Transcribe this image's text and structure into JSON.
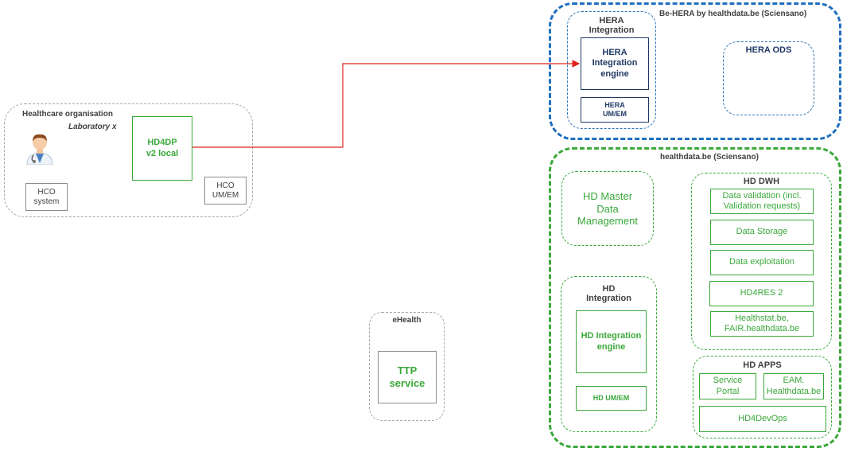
{
  "colors": {
    "connector": "#e0201b",
    "green": "#3aa83a",
    "blue": "#1f6fc0",
    "navy": "#1f3864",
    "grey": "#a6a6a6"
  },
  "healthcare_org": {
    "title": "Healthcare organisation",
    "subtitle": "Laboratory x",
    "doctor_icon": "doctor-avatar-icon",
    "hco_system": "HCO\nsystem",
    "hd4dp": "HD4DP\nv2 local",
    "hco_umem": "HCO\nUM/EM"
  },
  "be_hera": {
    "title": "Be-HERA by healthdata.be (Sciensano)",
    "integration": {
      "title": "HERA\nIntegration",
      "engine": "HERA\nIntegration\nengine",
      "umem": "HERA\nUM/EM"
    },
    "ods": "HERA ODS"
  },
  "healthdata": {
    "title": "healthdata.be (Sciensano)",
    "master_data": "HD Master\nData\nManagement",
    "hd_integration": {
      "title": "HD\nIntegration",
      "engine": "HD Integration\nengine",
      "umem": "HD UM/EM"
    },
    "dwh": {
      "title": "HD DWH",
      "items": [
        "Data validation (incl.\nValidation requests)",
        "Data Storage",
        "Data exploitation",
        "HD4RES 2",
        "Healthstat.be,\nFAIR.healthdata.be"
      ]
    },
    "apps": {
      "title": "HD APPS",
      "service_portal": "Service\nPortal",
      "eam": "EAM.\nHealthdata.be",
      "devops": "HD4DevOps"
    }
  },
  "ehealth": {
    "title": "eHealth",
    "ttp": "TTP\nservice"
  }
}
